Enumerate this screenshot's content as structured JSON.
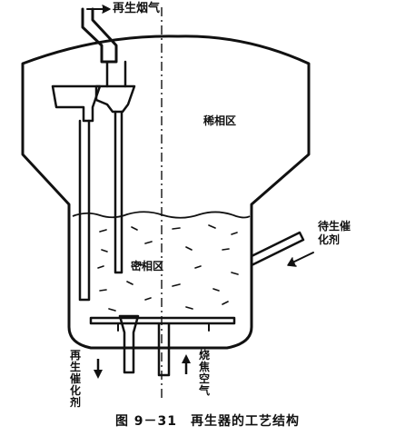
{
  "labels": {
    "flue_gas": "再生烟气",
    "dilute_phase": "稀相区",
    "spent_catalyst": "待生催化剂",
    "dense_phase": "密相区",
    "regen_catalyst": "再生催化剂",
    "burn_air": "烧焦空气"
  },
  "caption": "图 9－31　再生器的工艺结构",
  "colors": {
    "ink": "#111111",
    "background": "#ffffff"
  }
}
